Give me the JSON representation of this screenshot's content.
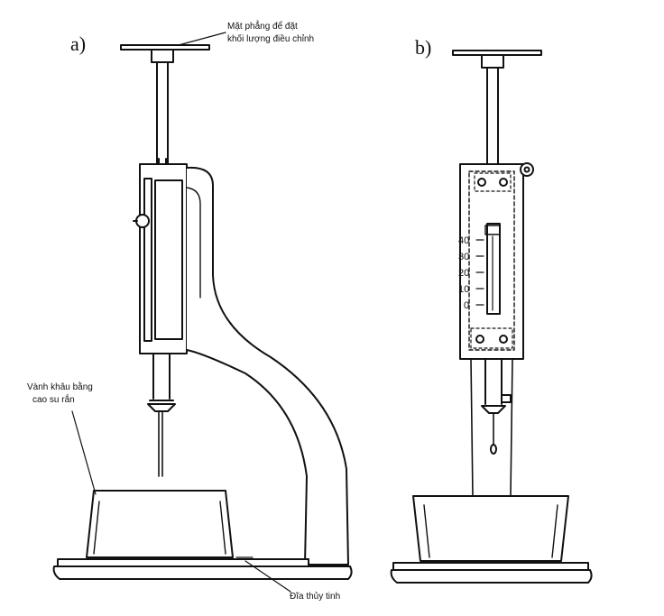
{
  "panels": {
    "a": "a)",
    "b": "b)"
  },
  "labels": {
    "top_line1": "Mặt phẳng để đặt",
    "top_line2": "khối lượng điều chỉnh",
    "left_line1": "Vành khâu bằng",
    "left_line2": "cao su rắn",
    "bottom": "Đĩa thủy tinh"
  },
  "scale_ticks": [
    "40",
    "30",
    "20",
    "10",
    "0"
  ],
  "colors": {
    "ink": "#111111",
    "paper": "#ffffff"
  }
}
